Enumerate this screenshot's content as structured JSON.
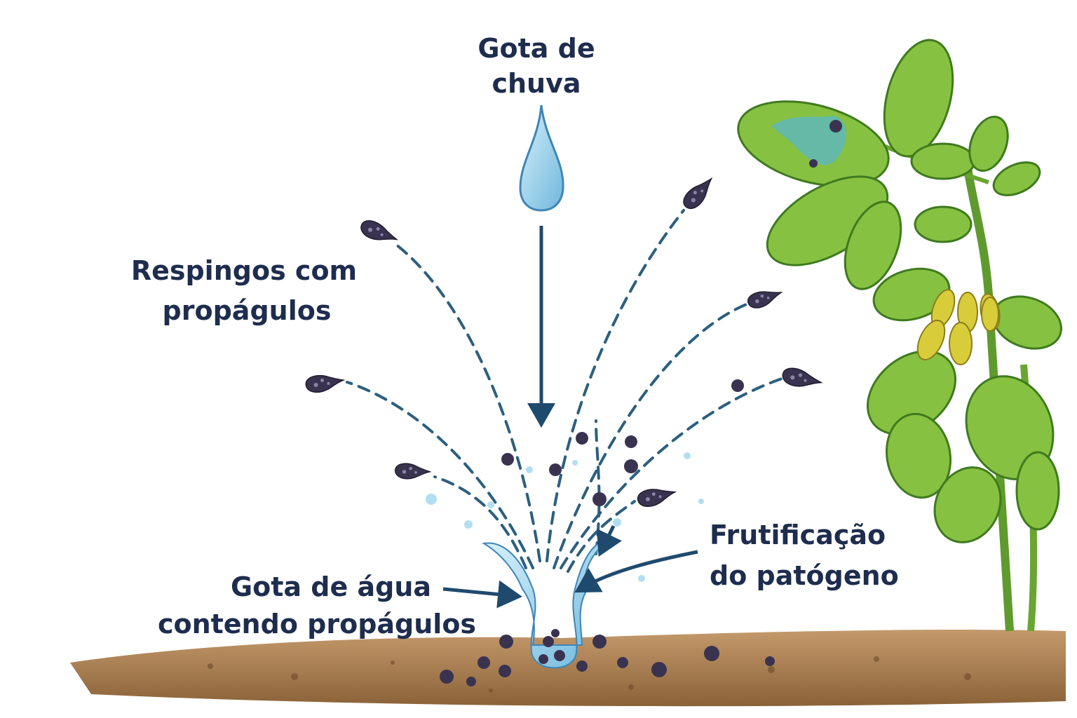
{
  "title": "Dispersão de propágulos por respingos de chuva",
  "labels": {
    "raindrop": [
      "Gota de",
      "chuva"
    ],
    "splashes": [
      "Respingos com",
      "propágulos"
    ],
    "water_drop": [
      "Gota de água",
      "contendo propágulos"
    ],
    "fruiting": [
      "Frutificação",
      "do patógeno"
    ]
  },
  "colors": {
    "text": "#1e2d4e",
    "arrow": "#1f4a6e",
    "water": "#8fd0ec",
    "soil": "#a97d52",
    "leaf": "#7cb53a",
    "pod": "#d9cc3a",
    "propagule": "#3a3350"
  }
}
